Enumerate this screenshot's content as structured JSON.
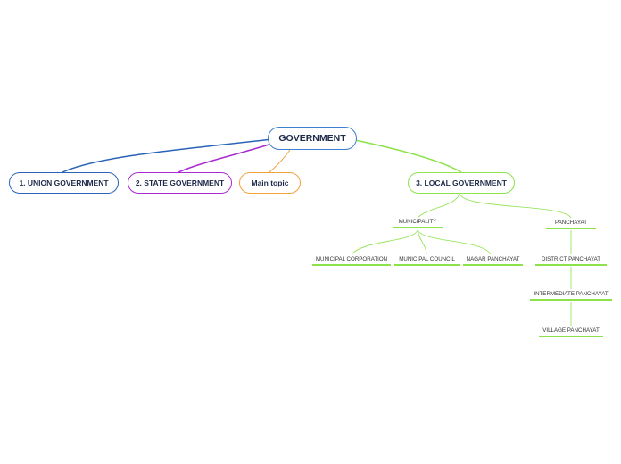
{
  "mindmap": {
    "root": "GOVERNMENT",
    "branches": [
      {
        "label": "1. UNION GOVERNMENT",
        "color": "#2a63b8"
      },
      {
        "label": "2. STATE GOVERNMENT",
        "color": "#a82ad0"
      },
      {
        "label": "Main topic",
        "color": "#f0a23c"
      },
      {
        "label": "3. LOCAL GOVERNMENT",
        "color": "#8ce24a"
      }
    ],
    "local": {
      "municipality": {
        "label": "MUNICIPALITY",
        "children": [
          "MUNICIPAL CORPORATION",
          "MUNICIPAL COUNCIL",
          "NAGAR PANCHAYAT"
        ]
      },
      "panchayat": {
        "label": "PANCHAYAT",
        "children": [
          "DISTRICT PANCHAYAT",
          "INTERMEDIATE PANCHAYAT",
          "VILLAGE PANCHAYAT"
        ]
      }
    }
  }
}
